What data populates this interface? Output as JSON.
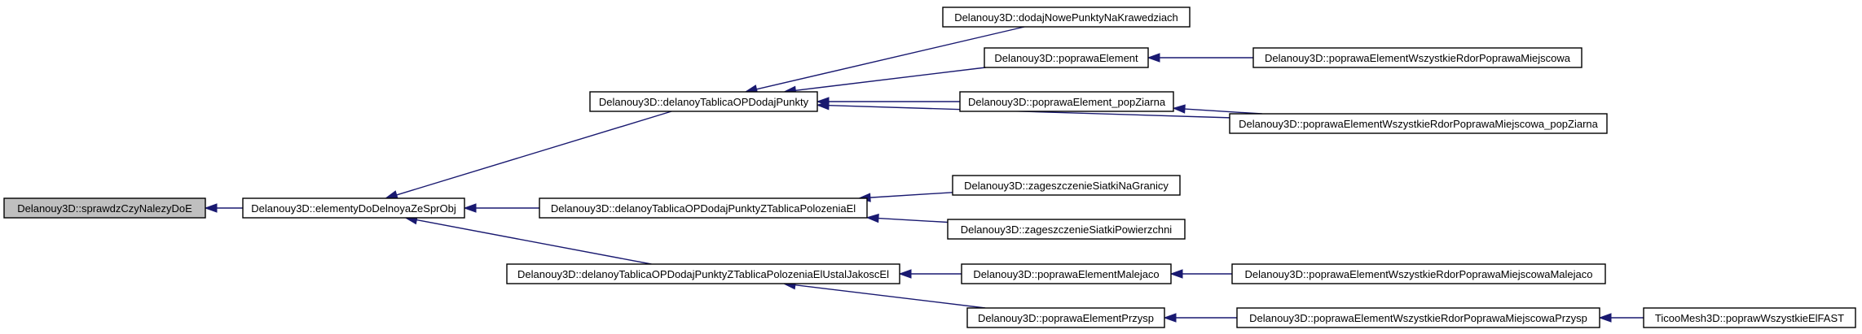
{
  "nodes": [
    {
      "id": "n0",
      "label": "Delanouy3D::sprawdzCzyNalezyDoE",
      "root": true
    },
    {
      "id": "n1",
      "label": "Delanouy3D::elementyDoDelnoyaZeSprObj"
    },
    {
      "id": "n2",
      "label": "Delanouy3D::delanoyTablicaOPDodajPunkty"
    },
    {
      "id": "n3",
      "label": "Delanouy3D::delanoyTablicaOPDodajPunktyZTablicaPolozeniaEl"
    },
    {
      "id": "n4",
      "label": "Delanouy3D::delanoyTablicaOPDodajPunktyZTablicaPolozeniaElUstalJakoscEl"
    },
    {
      "id": "n5",
      "label": "Delanouy3D::dodajNowePunktyNaKrawedziach"
    },
    {
      "id": "n6",
      "label": "Delanouy3D::poprawaElement"
    },
    {
      "id": "n7",
      "label": "Delanouy3D::poprawaElement_popZiarna"
    },
    {
      "id": "n8",
      "label": "Delanouy3D::poprawaElementWszystkieRdorPoprawaMiejscowa"
    },
    {
      "id": "n9",
      "label": "Delanouy3D::poprawaElementWszystkieRdorPoprawaMiejscowa_popZiarna"
    },
    {
      "id": "n10",
      "label": "Delanouy3D::zageszczenieSiatkiNaGranicy"
    },
    {
      "id": "n11",
      "label": "Delanouy3D::zageszczenieSiatkiPowierzchni"
    },
    {
      "id": "n12",
      "label": "Delanouy3D::poprawaElementMalejaco"
    },
    {
      "id": "n13",
      "label": "Delanouy3D::poprawaElementPrzysp"
    },
    {
      "id": "n14",
      "label": "Delanouy3D::poprawaElementWszystkieRdorPoprawaMiejscowaMalejaco"
    },
    {
      "id": "n15",
      "label": "Delanouy3D::poprawaElementWszystkieRdorPoprawaMiejscowaPrzysp"
    },
    {
      "id": "n16",
      "label": "TicooMesh3D::poprawWszystkieElFAST"
    }
  ],
  "edges": [
    {
      "from": "n1",
      "to": "n0"
    },
    {
      "from": "n2",
      "to": "n1"
    },
    {
      "from": "n3",
      "to": "n1"
    },
    {
      "from": "n4",
      "to": "n1"
    },
    {
      "from": "n5",
      "to": "n2"
    },
    {
      "from": "n6",
      "to": "n2"
    },
    {
      "from": "n7",
      "to": "n2"
    },
    {
      "from": "n9",
      "to": "n2"
    },
    {
      "from": "n8",
      "to": "n6"
    },
    {
      "from": "n9",
      "to": "n7"
    },
    {
      "from": "n10",
      "to": "n3"
    },
    {
      "from": "n11",
      "to": "n3"
    },
    {
      "from": "n12",
      "to": "n4"
    },
    {
      "from": "n13",
      "to": "n4"
    },
    {
      "from": "n14",
      "to": "n12"
    },
    {
      "from": "n15",
      "to": "n13"
    },
    {
      "from": "n16",
      "to": "n15"
    }
  ]
}
